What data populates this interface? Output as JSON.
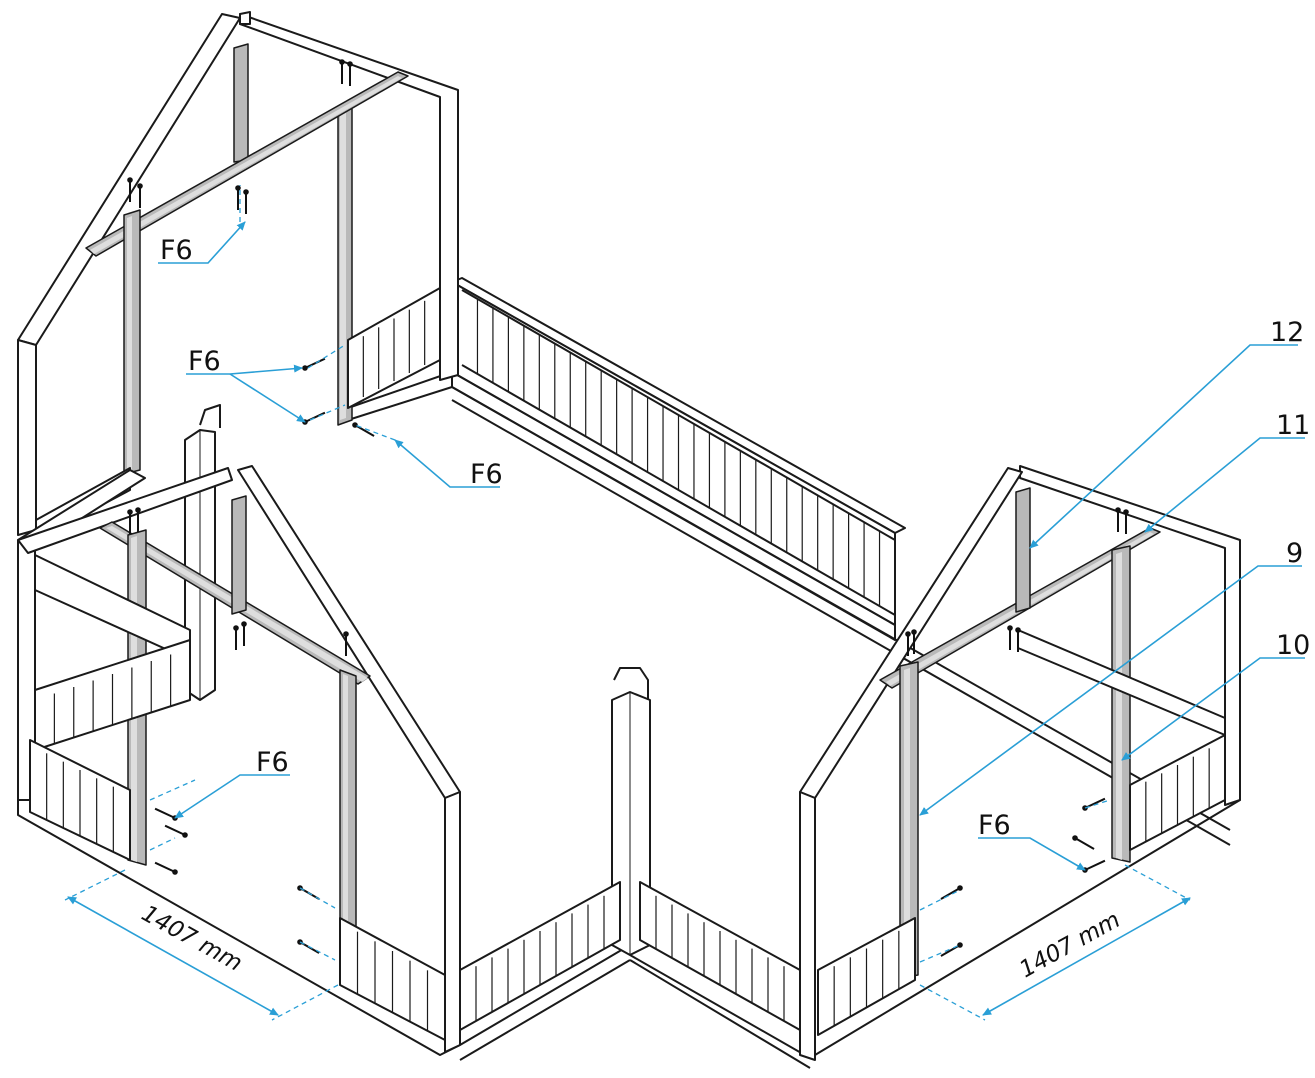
{
  "callouts": {
    "f6_top": "F6",
    "f6_mid_left": "F6",
    "f6_mid_right": "F6",
    "f6_front_left": "F6",
    "f6_front_right": "F6",
    "part_12": "12",
    "part_11": "11",
    "part_9": "9",
    "part_10": "10"
  },
  "dimensions": {
    "left_width": "1407  mm",
    "right_width": "1407  mm"
  },
  "colors": {
    "annotation": "#2a9fd6",
    "line": "#1a1a1a",
    "beam": "#b9b9b9"
  }
}
